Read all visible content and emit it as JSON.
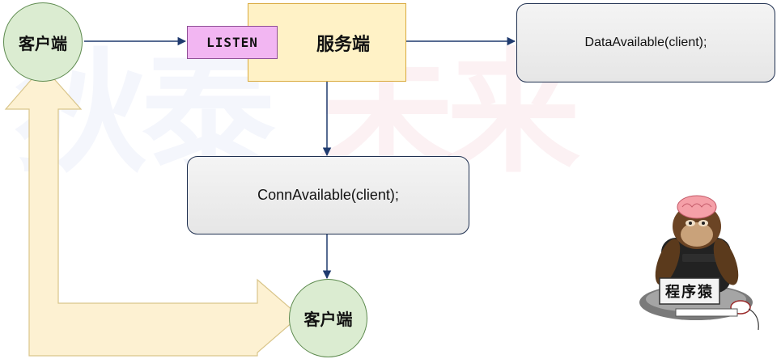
{
  "watermark": {
    "part1": "狄泰",
    "part2": "未来"
  },
  "nodes": {
    "client_top": "客户端",
    "listen": "LISTEN",
    "server": "服务端",
    "data_available": "DataAvailable(client);",
    "conn_available": "ConnAvailable(client);",
    "client_bottom": "客户端"
  },
  "mascot": {
    "sign": "程序猿"
  },
  "colors": {
    "client_fill": "#dbecd1",
    "server_fill": "#fff2c6",
    "listen_fill": "#f2b6f2",
    "box_fill": "#eeeeee",
    "arrow": "#1f3a6e",
    "loop_arrow_fill": "#fdf1d2"
  }
}
